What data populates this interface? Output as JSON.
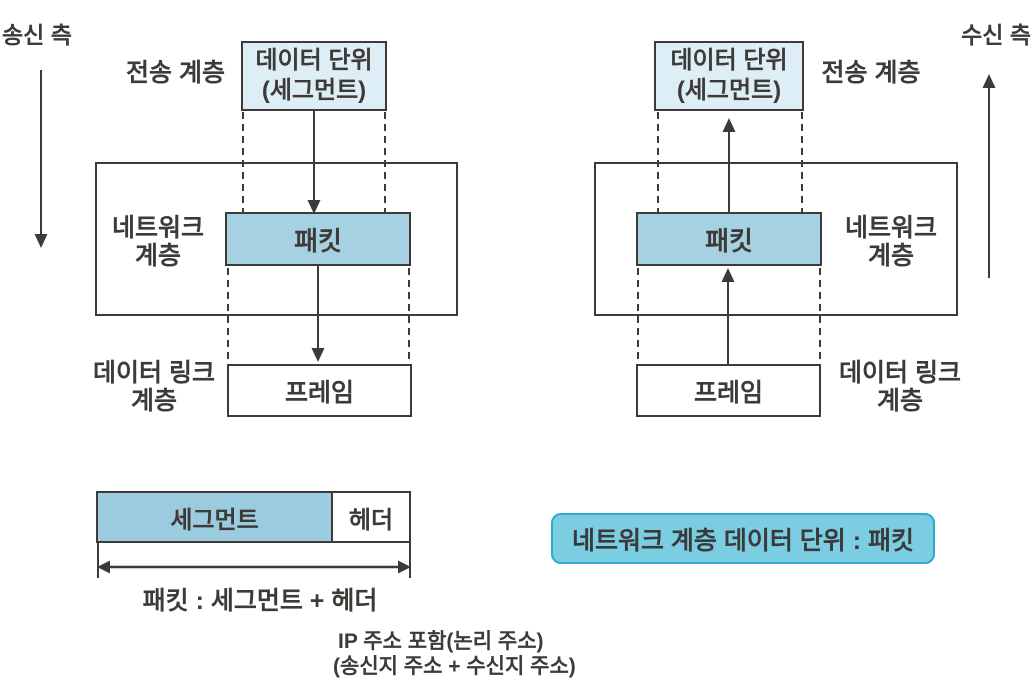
{
  "colors": {
    "line": "#3d3a37",
    "text": "#3d3a37",
    "segment_unit_fill": "#ddeef6",
    "packet_fill": "#a6d1e3",
    "bar_segment_fill": "#9bcbdf",
    "callout_fill": "#7bcde2",
    "callout_border": "#2fa9cc"
  },
  "left_diagram": {
    "side_label": "송신 측",
    "transport_layer_label": "전송 계층",
    "data_unit_line1": "데이터 단위",
    "data_unit_line2": "(세그먼트)",
    "network_layer_line1": "네트워크",
    "network_layer_line2": "계층",
    "packet_label": "패킷",
    "data_link_line1": "데이터 링크",
    "data_link_line2": "계층",
    "frame_label": "프레임"
  },
  "right_diagram": {
    "side_label": "수신 측",
    "transport_layer_label": "전송 계층",
    "data_unit_line1": "데이터 단위",
    "data_unit_line2": "(세그먼트)",
    "network_layer_line1": "네트워크",
    "network_layer_line2": "계층",
    "packet_label": "패킷",
    "data_link_line1": "데이터 링크",
    "data_link_line2": "계층",
    "frame_label": "프레임"
  },
  "packet_composition": {
    "segment_label": "세그먼트",
    "header_label": "헤더",
    "caption": "패킷 : 세그먼트 + 헤더"
  },
  "callout": {
    "label": "네트워크 계층 데이터 단위 : 패킷"
  },
  "footnote": {
    "line1": "IP 주소 포함(논리 주소)",
    "line2": "(송신지 주소 + 수신지 주소)"
  }
}
